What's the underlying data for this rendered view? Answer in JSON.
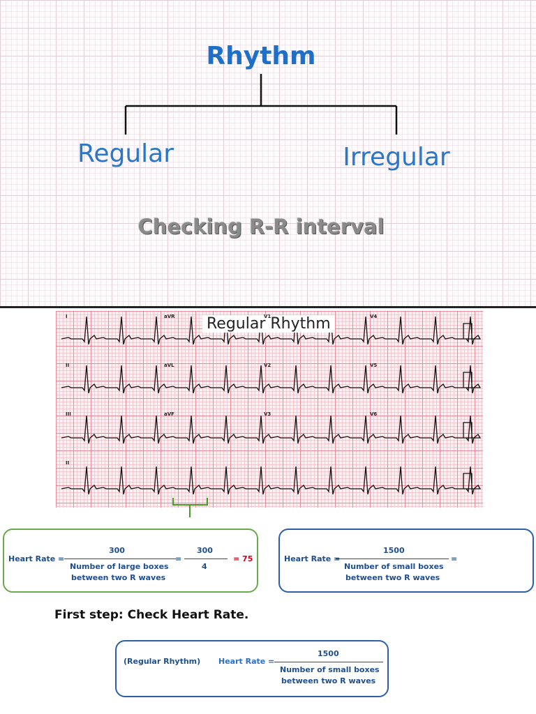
{
  "tree": {
    "root": "Rhythm",
    "left": "Regular",
    "right": "Irregular",
    "subtitle": "Checking R-R interval"
  },
  "ecg": {
    "title": "Regular Rhythm",
    "leads": [
      "I",
      "aVR",
      "V1",
      "V4",
      "II",
      "aVL",
      "V2",
      "V5",
      "III",
      "aVF",
      "V3",
      "V6",
      "II"
    ]
  },
  "formula_large": {
    "label": "Heart Rate =",
    "numerator": "300",
    "denominator_line1": "Number of large boxes",
    "denominator_line2": "between two R waves",
    "equals": "=",
    "example_numerator": "300",
    "example_denominator": "4",
    "result": "= 75"
  },
  "formula_small": {
    "label": "Heart Rate =",
    "numerator": "1500",
    "denominator_line1": "Number of small boxes",
    "denominator_line2": "between two R waves",
    "equals": "="
  },
  "step": "First step: Check Heart Rate.",
  "formula_regular": {
    "context": "(Regular Rhythm)",
    "label": "Heart Rate =",
    "numerator": "1500",
    "denominator_line1": "Number of small boxes",
    "denominator_line2": "between two R waves"
  },
  "colors": {
    "blue": "#1f6fc6",
    "green": "#6aa84f",
    "red": "#d0021b",
    "box_blue": "#2c5fa8"
  }
}
